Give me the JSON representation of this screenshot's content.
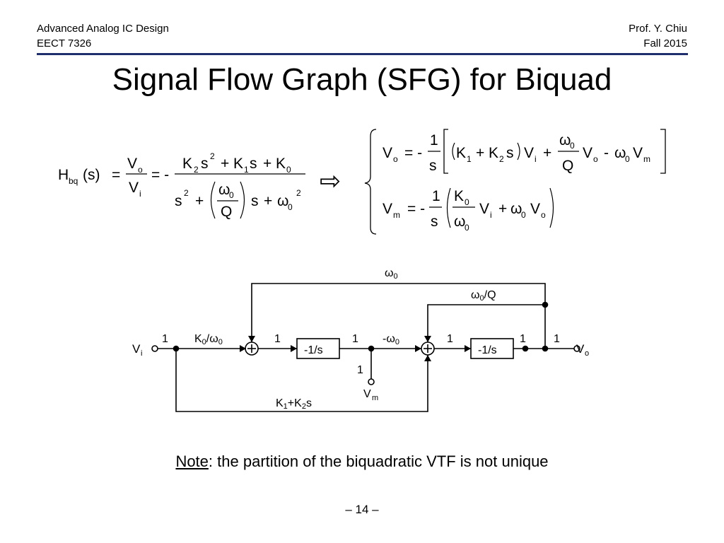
{
  "header": {
    "course": "Advanced Analog IC Design",
    "code": "EECT 7326",
    "instructor": "Prof. Y. Chiu",
    "term": "Fall 2015"
  },
  "slide": {
    "title": "Signal Flow Graph (SFG) for Biquad",
    "page_label": "– 14 –"
  },
  "note": {
    "keyword": "Note",
    "text": ": the partition of the biquadratic VTF is not unique"
  },
  "equations": {
    "transfer_function": {
      "lhs": "H",
      "lhs_sub": "bq",
      "arg": "(s)",
      "eq1": "=",
      "ratio_num": "V",
      "ratio_num_sub": "o",
      "ratio_den": "V",
      "ratio_den_sub": "i",
      "eq2": "= -",
      "num_K2": "K",
      "num_K2_sub": "2",
      "num_s": "s",
      "num_s_sup": "2",
      "num_plus1": "+",
      "num_K1": "K",
      "num_K1_sub": "1",
      "num_s2": "s",
      "num_plus2": "+",
      "num_K0": "K",
      "num_K0_sub": "0",
      "den_s": "s",
      "den_s_sup": "2",
      "den_plus1": "+",
      "den_w": "ω",
      "den_w_sub": "0",
      "den_Q": "Q",
      "den_s2": "s",
      "den_plus2": "+",
      "den_w2": "ω",
      "den_w2_sub": "0",
      "den_w2_sup": "2"
    },
    "implies_arrow": "⇨",
    "vo": {
      "lhs": "V",
      "lhs_sub": "o",
      "eq": "= -",
      "frac_num": "1",
      "frac_den": "s",
      "K1": "K",
      "K1_sub": "1",
      "plus1": "+",
      "K2": "K",
      "K2_sub": "2",
      "s": "s",
      "Vi": "V",
      "Vi_sub": "i",
      "plus2": "+",
      "w_num": "ω",
      "w_num_sub": "0",
      "Q": "Q",
      "Vo": "V",
      "Vo_sub": "o",
      "minus": "-",
      "w": "ω",
      "w_sub": "0",
      "Vm": "V",
      "Vm_sub": "m"
    },
    "vm": {
      "lhs": "V",
      "lhs_sub": "m",
      "eq": "= -",
      "frac_num": "1",
      "frac_den": "s",
      "K0": "K",
      "K0_sub": "0",
      "w0": "ω",
      "w0_sub": "0",
      "Vi": "V",
      "Vi_sub": "i",
      "plus": "+",
      "w": "ω",
      "w_sub": "0",
      "Vo": "V",
      "Vo_sub": "o"
    }
  },
  "sfg": {
    "input": {
      "name": "V",
      "sub": "i"
    },
    "output": {
      "name": "V",
      "sub": "o"
    },
    "tap": {
      "name": "V",
      "sub": "m"
    },
    "gain_in": "1",
    "gain_k0": {
      "pre": "K",
      "sub": "0",
      "mid": "/ω",
      "sub2": "0"
    },
    "gain_into_int1": "1",
    "integrator1": "-1/s",
    "gain_after_int1": "1",
    "gain_neg_w0": {
      "pre": "-ω",
      "sub": "0"
    },
    "gain_tap": "1",
    "gain_into_int2": "1",
    "integrator2": "-1/s",
    "gain_after_int2": "1",
    "gain_out": "1",
    "feedback_w0": {
      "pre": "ω",
      "sub": "0"
    },
    "feedback_w0_over_q": {
      "pre": "ω",
      "sub": "0",
      "post": "/Q"
    },
    "feedforward": {
      "k": "K",
      "sub1": "1",
      "plus": "+K",
      "sub2": "2",
      "post": "s"
    }
  }
}
